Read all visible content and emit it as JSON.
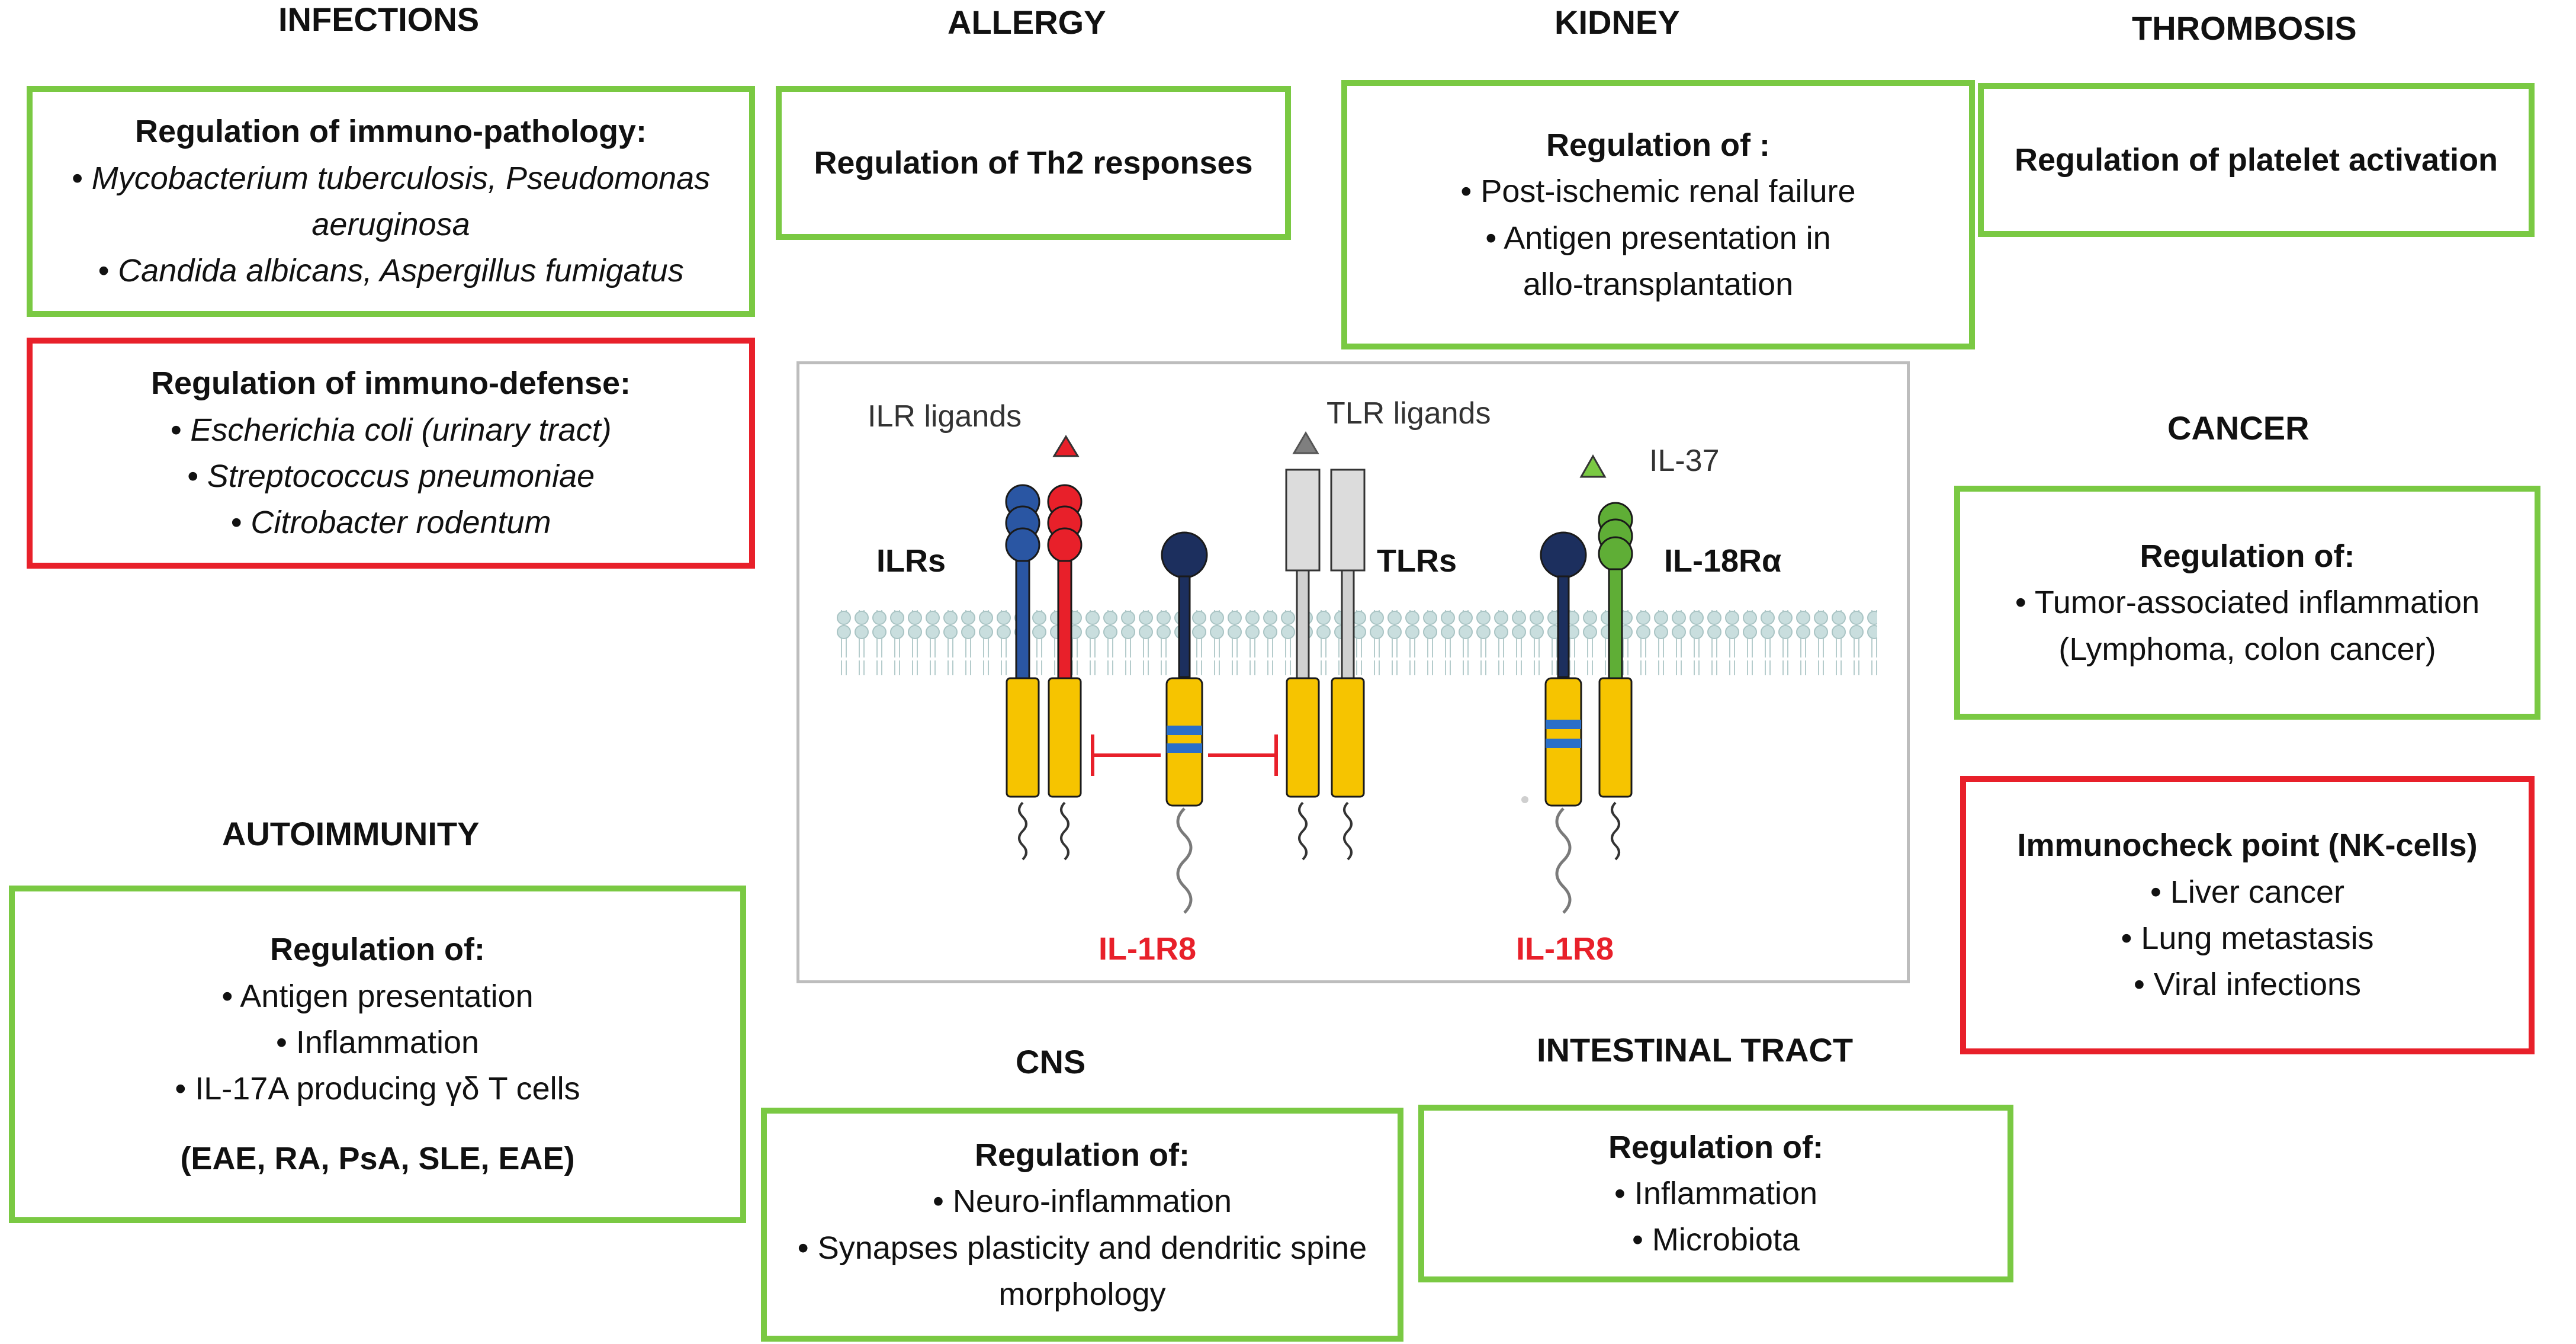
{
  "headings": {
    "infections": "INFECTIONS",
    "allergy": "ALLERGY",
    "kidney": "KIDNEY",
    "thrombosis": "THROMBOSIS",
    "cancer": "CANCER",
    "autoimmunity": "AUTOIMMUNITY",
    "cns": "CNS",
    "intestinal": "INTESTINAL TRACT"
  },
  "infections_pathology": {
    "title": "Regulation of immuno-pathology:",
    "line1": "• Mycobacterium tuberculosis, Pseudomonas",
    "line2": "aeruginosa",
    "line3": "• Candida albicans, Aspergillus fumigatus"
  },
  "infections_defense": {
    "title": "Regulation of immuno-defense:",
    "line1": "• Escherichia coli (urinary tract)",
    "line2": "• Streptococcus pneumoniae",
    "line3": "•      Citrobacter rodentum"
  },
  "allergy": {
    "text": "Regulation of Th2 responses"
  },
  "kidney": {
    "title": "Regulation of :",
    "line1": "• Post-ischemic renal failure",
    "line2": "• Antigen presentation in",
    "line3": "allo-transplantation"
  },
  "thrombosis": {
    "text": "Regulation  of platelet  activation"
  },
  "cancer_box": {
    "title": "Regulation of:",
    "line1": "• Tumor-associated inflammation",
    "line2": "(Lymphoma, colon cancer)"
  },
  "immunocheck": {
    "title": "Immunocheck point (NK-cells)",
    "line1": "•      Liver cancer",
    "line2": "•     Lung metastasis",
    "line3": "•     Viral infections"
  },
  "autoimmunity": {
    "title": "Regulation of:",
    "line1": "• Antigen presentation",
    "line2": "• Inflammation",
    "line3": "• IL-17A producing γδ T cells",
    "line4": "(EAE, RA, PsA, SLE, EAE)"
  },
  "cns": {
    "title": "Regulation of:",
    "line1": "• Neuro-inflammation",
    "line2": "• Synapses plasticity and dendritic spine",
    "line3": "morphology"
  },
  "intestinal": {
    "title": "Regulation of:",
    "line1": "• Inflammation",
    "line2": "• Microbiota"
  },
  "diagram": {
    "ilr_ligands": "ILR ligands",
    "tlr_ligands": "TLR ligands",
    "il37": "IL-37",
    "ilrs": "ILRs",
    "tlrs": "TLRs",
    "il18ra": "IL-18Rα",
    "il1r8_left": "IL-1R8",
    "il1r8_right": "IL-1R8"
  },
  "colors": {
    "green_border": "#7ac943",
    "red_border": "#e8202a",
    "blue": "#2a56a3",
    "red": "#e8202a",
    "yellow": "#f6c400",
    "dark_navy": "#1c2f5e",
    "green_receptor": "#5fae36",
    "membrane": "#c9dede"
  }
}
